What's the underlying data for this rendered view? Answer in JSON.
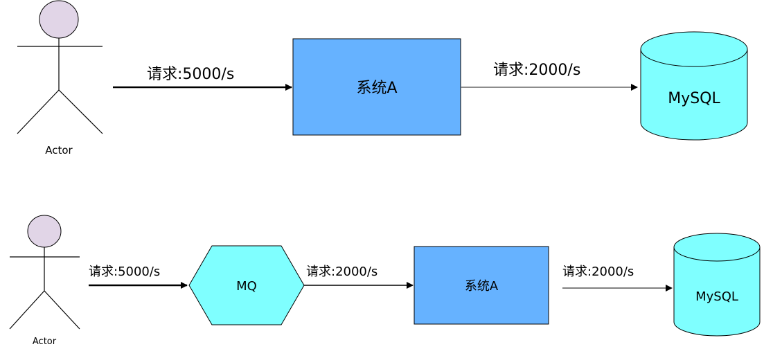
{
  "colors": {
    "actor_head": "#e1d5e7",
    "system_box": "#66b2ff",
    "mq_hexagon": "#7fffff",
    "mysql_cylinder": "#7fffff",
    "stroke": "#000000",
    "line_gray": "#666666"
  },
  "icons": {
    "actor": "stick-figure",
    "database": "cylinder",
    "queue": "hexagon"
  },
  "top_flow": {
    "actor_label": "Actor",
    "system_label": "系统A",
    "db_label": "MySQL",
    "edge_actor_to_system": "请求:5000/s",
    "edge_system_to_db": "请求:2000/s"
  },
  "bottom_flow": {
    "actor_label": "Actor",
    "mq_label": "MQ",
    "system_label": "系统A",
    "db_label": "MySQL",
    "edge_actor_to_mq": "请求:5000/s",
    "edge_mq_to_system": "请求:2000/s",
    "edge_system_to_db": "请求:2000/s"
  }
}
